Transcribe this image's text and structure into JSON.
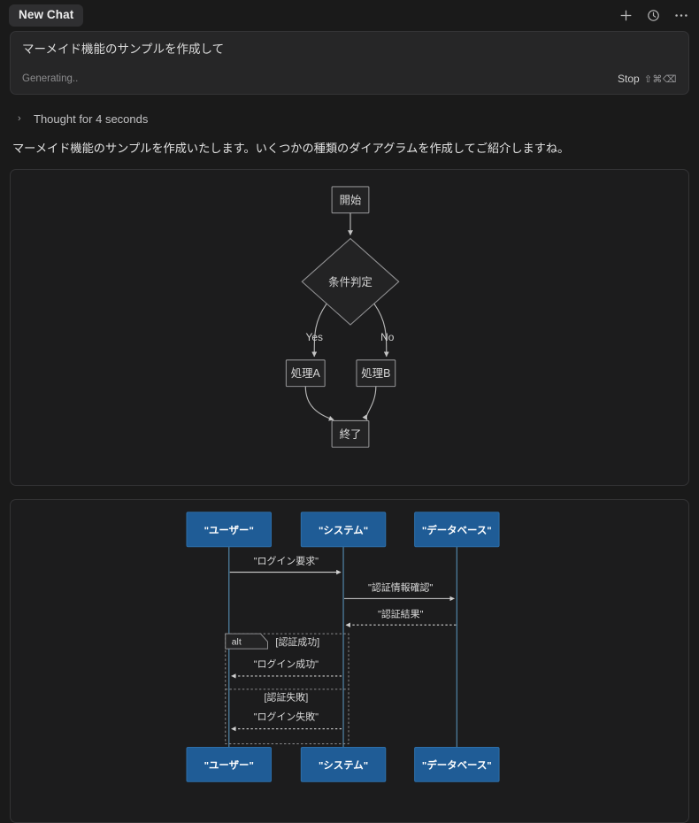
{
  "topbar": {
    "new_chat_label": "New Chat",
    "icons": [
      {
        "name": "plus-icon",
        "glyph": "+"
      },
      {
        "name": "history-clock-icon",
        "glyph": "clock"
      },
      {
        "name": "more-options-icon",
        "glyph": "…"
      }
    ]
  },
  "prompt": {
    "text": "マーメイド機能のサンプルを作成して",
    "status": "Generating..",
    "stop_label": "Stop",
    "stop_shortcut": "⇧⌘⌫"
  },
  "thought": {
    "chevron": "›",
    "label": "Thought for 4 seconds"
  },
  "assistant": {
    "paragraph": "マーメイド機能のサンプルを作成いたします。いくつかの種類のダイアグラムを作成してご紹介しますね。"
  },
  "colors": {
    "page_bg": "#1a1a1a",
    "card_bg": "#1c1c1d",
    "card_border": "#333335",
    "prompt_bg": "#262627",
    "actor_fill": "#1f5c96",
    "actor_stroke": "#2d6ea8",
    "lifeline": "#4d7e9e",
    "node_stroke": "#8f8f91",
    "edge_stroke": "#b8b8b8",
    "text_primary": "#e2e2e2",
    "text_muted": "#8c8c8e"
  },
  "flowchart": {
    "type": "flowchart",
    "direction": "TD",
    "nodes": [
      {
        "id": "start",
        "label": "開始",
        "shape": "rect"
      },
      {
        "id": "cond",
        "label": "条件判定",
        "shape": "diamond"
      },
      {
        "id": "procA",
        "label": "処理A",
        "shape": "rect"
      },
      {
        "id": "procB",
        "label": "処理B",
        "shape": "rect"
      },
      {
        "id": "end",
        "label": "終了",
        "shape": "rect"
      }
    ],
    "edges": [
      {
        "from": "start",
        "to": "cond",
        "label": ""
      },
      {
        "from": "cond",
        "to": "procA",
        "label": "Yes"
      },
      {
        "from": "cond",
        "to": "procB",
        "label": "No"
      },
      {
        "from": "procA",
        "to": "end",
        "label": ""
      },
      {
        "from": "procB",
        "to": "end",
        "label": ""
      }
    ]
  },
  "sequence": {
    "type": "sequence",
    "actors": [
      "\"ユーザー\"",
      "\"システム\"",
      "\"データベース\""
    ],
    "messages": [
      {
        "from": 0,
        "to": 1,
        "label": "\"ログイン要求\"",
        "style": "solid"
      },
      {
        "from": 1,
        "to": 2,
        "label": "\"認証情報確認\"",
        "style": "solid"
      },
      {
        "from": 2,
        "to": 1,
        "label": "\"認証結果\"",
        "style": "dotted"
      },
      {
        "from": 1,
        "to": 0,
        "label": "\"ログイン成功\"",
        "style": "dotted"
      },
      {
        "from": 1,
        "to": 0,
        "label": "\"ログイン失敗\"",
        "style": "dotted"
      }
    ],
    "alt_block": {
      "keyword": "alt",
      "branches": [
        {
          "condition": "[認証成功]",
          "message": "\"ログイン成功\""
        },
        {
          "condition": "[認証失敗]",
          "message": "\"ログイン失敗\""
        }
      ]
    }
  }
}
